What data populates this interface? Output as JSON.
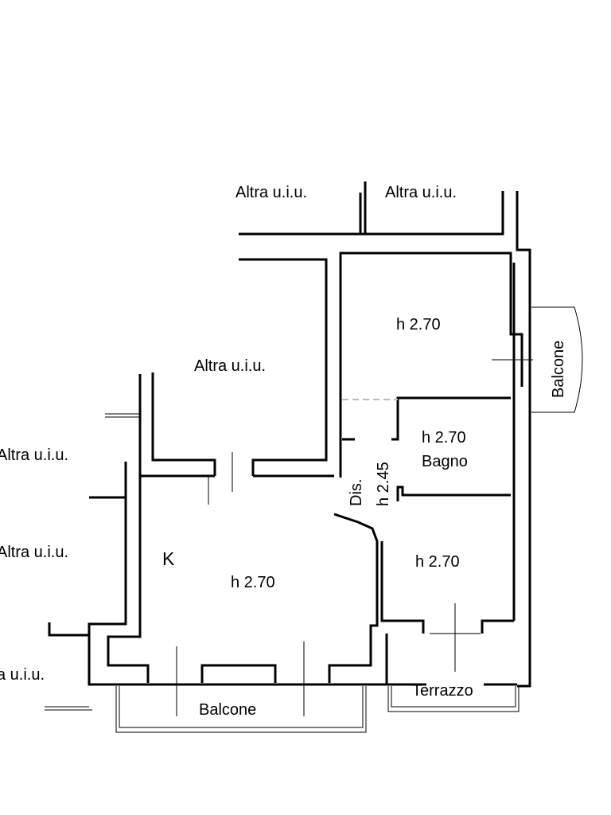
{
  "labels": {
    "altra_top_left": "Altra u.i.u.",
    "altra_top_right": "Altra u.i.u.",
    "altra_middle": "Altra u.i.u.",
    "altra_left_1": "Altra u.i.u.",
    "altra_left_2": "Altra u.i.u.",
    "altra_left_3": "a u.i.u.",
    "balcone_right": "Balcone",
    "room_top_right_height": "h 2.70",
    "bagno_height": "h 2.70",
    "bagno_name": "Bagno",
    "dis_name": "Dis.",
    "dis_height": "h 2.45",
    "kitchen_letter": "K",
    "kitchen_height": "h 2.70",
    "room_bottom_right_height": "h 2.70",
    "balcone_bottom": "Balcone",
    "terrazzo": "Terrazzo"
  },
  "colors": {
    "wall": "#000000",
    "dash": "#bbbbbb",
    "background": "#ffffff"
  }
}
